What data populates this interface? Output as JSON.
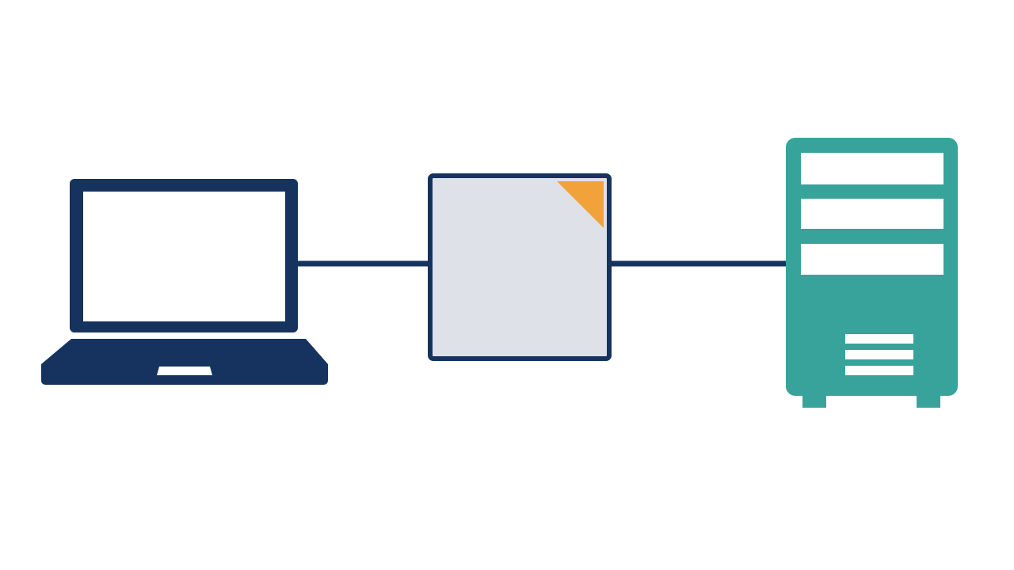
{
  "diagram": {
    "nodes": [
      {
        "id": "client",
        "kind": "laptop",
        "icon": "laptop-icon"
      },
      {
        "id": "middle",
        "kind": "box",
        "icon": "proxy-box-icon"
      },
      {
        "id": "server",
        "kind": "server",
        "icon": "server-tower-icon"
      }
    ],
    "edges": [
      {
        "from": "client",
        "to": "middle"
      },
      {
        "from": "middle",
        "to": "server"
      }
    ]
  },
  "colors": {
    "navy": "#15335e",
    "box_fill": "#dfe1e9",
    "accent_orange": "#f2a23a",
    "teal": "#38a39b",
    "background": "#ffffff"
  }
}
